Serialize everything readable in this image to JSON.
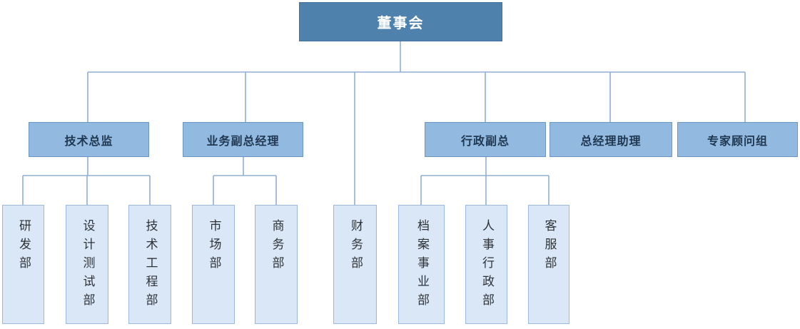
{
  "org": {
    "root": {
      "label": "董事会"
    },
    "branches": [
      {
        "label": "技术总监",
        "departments": [
          "研发部",
          "设计测试部",
          "技术工程部"
        ]
      },
      {
        "label": "业务副总经理",
        "departments": [
          "市场部",
          "商务部"
        ]
      },
      {
        "label": "财务部",
        "departments": []
      },
      {
        "label": "行政副总",
        "departments": [
          "档案事业部",
          "人事行政部",
          "客服部"
        ]
      },
      {
        "label": "总经理助理",
        "departments": []
      },
      {
        "label": "专家顾问组",
        "departments": []
      }
    ]
  },
  "colors": {
    "root_fill": "#4E81AC",
    "root_border": "#41719C",
    "root_text": "#FFFFFF",
    "level2_fill": "#92B9DF",
    "level2_border": "#6B96C1",
    "level2_text": "#1F3750",
    "level3_fill": "#D9E7F7",
    "level3_border": "#9CB9DD",
    "level3_text": "#2F3337",
    "connector": "#8FAFD4"
  }
}
